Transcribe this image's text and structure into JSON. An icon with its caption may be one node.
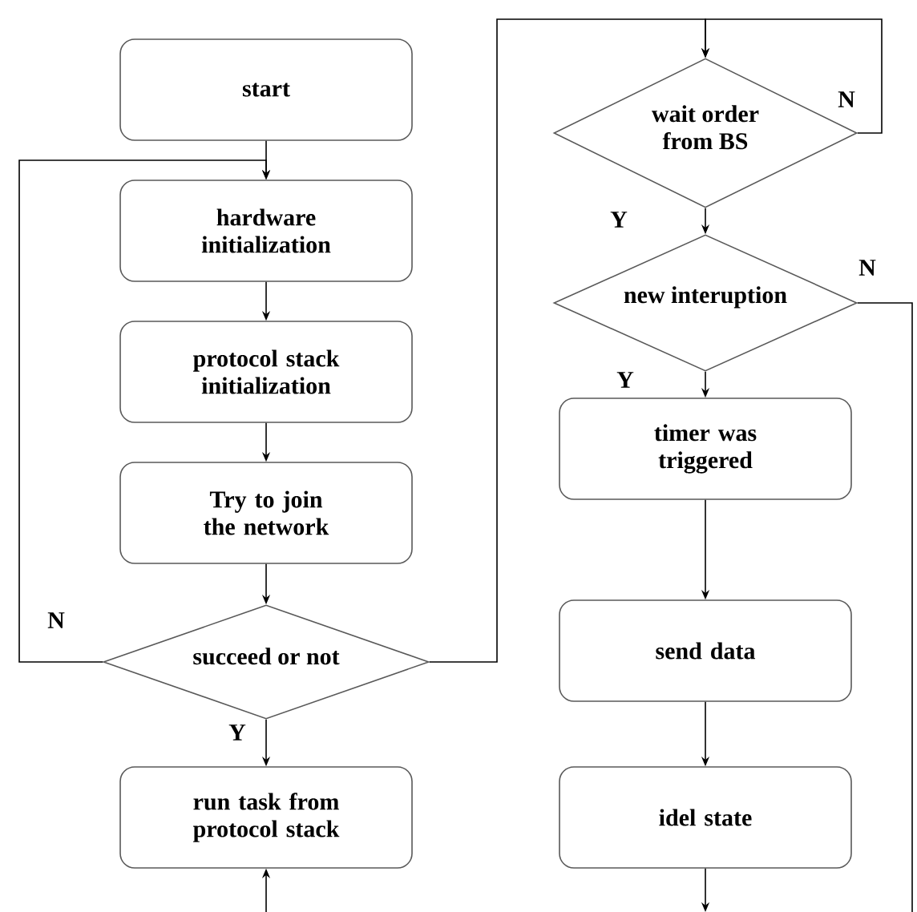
{
  "diagram": {
    "nodes": [
      {
        "text": [
          "start"
        ]
      },
      {
        "text": [
          "hardware initialization"
        ]
      },
      {
        "text": [
          "protocol stack initialization"
        ]
      },
      {
        "text": [
          "Try to join the network"
        ]
      },
      {
        "text": [
          "succeed or not"
        ]
      },
      {
        "text": [
          "run task from protocol stack"
        ]
      },
      {
        "text": [
          "wait order from BS"
        ]
      },
      {
        "text": [
          "new interuption"
        ]
      },
      {
        "text": [
          "timer was triggered"
        ]
      },
      {
        "text": [
          "send data"
        ]
      },
      {
        "text": [
          "idel state"
        ]
      }
    ],
    "edges": [
      {
        "from": 0,
        "to": 1,
        "arrow": "to"
      },
      {
        "from": 1,
        "to": 2,
        "arrow": "to"
      },
      {
        "from": 2,
        "to": 3,
        "arrow": "to"
      },
      {
        "from": 3,
        "to": 4,
        "arrow": "to"
      },
      {
        "from": 4,
        "to": 1,
        "arrow": "to",
        "label": "N"
      },
      {
        "from": 4,
        "to": 5,
        "arrow": "to",
        "label": "Y"
      },
      {
        "from": 4,
        "to": 6,
        "arrow": "to"
      },
      {
        "from": 6,
        "to": 6,
        "arrow": "to",
        "label": "N"
      },
      {
        "from": 6,
        "to": 7,
        "arrow": "to",
        "label": "Y"
      },
      {
        "from": 7,
        "to": 8,
        "arrow": "to",
        "label": "Y"
      },
      {
        "from": 7,
        "to": null,
        "arrow": "none",
        "label": "N"
      },
      {
        "from": 8,
        "to": 9,
        "arrow": "to"
      },
      {
        "from": 9,
        "to": 10,
        "arrow": "to"
      },
      {
        "from": 10,
        "to": null,
        "arrow": "to"
      },
      {
        "from": null,
        "to": 5,
        "arrow": "to"
      }
    ]
  }
}
